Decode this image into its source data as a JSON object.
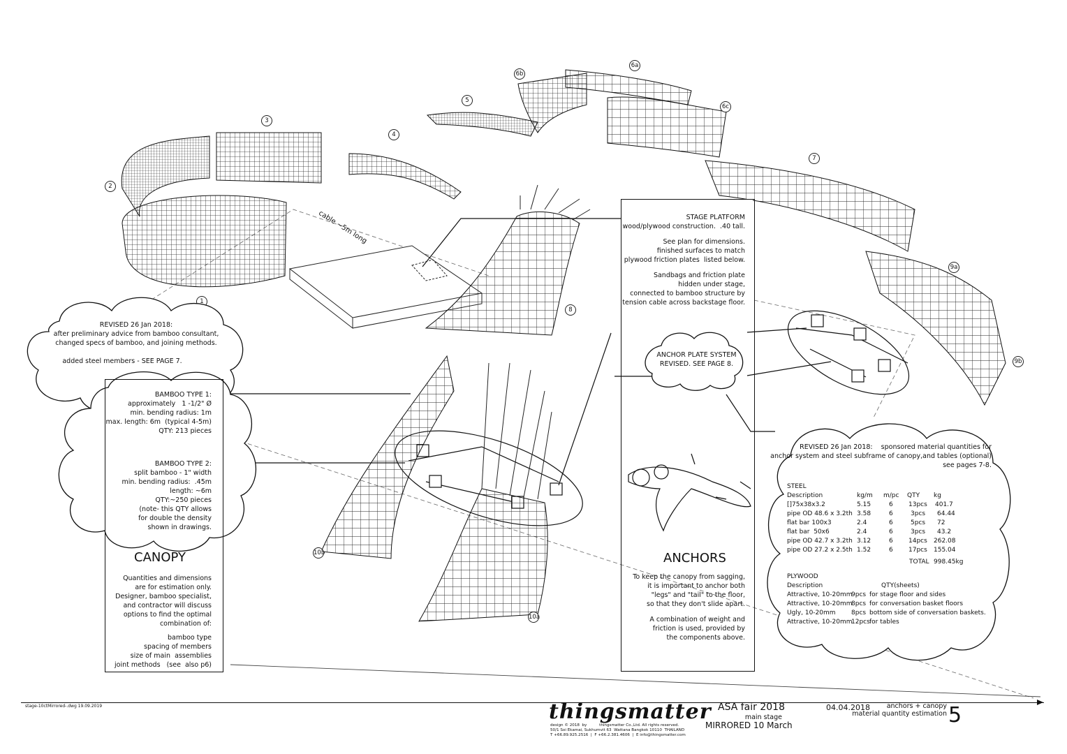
{
  "diagram_labels": [
    "1",
    "2",
    "3",
    "4",
    "5",
    "6a",
    "6b",
    "6c",
    "7",
    "8",
    "9a",
    "9b",
    "10a",
    "10b"
  ],
  "cable_label": "cable ~5m long",
  "stage_platform": {
    "lines": [
      "STAGE PLATFORM",
      "wood/plywood construction.  .40 tall.",
      "",
      "See plan for dimensions.",
      "finished surfaces to match",
      "plywood friction plates  listed below.",
      "",
      "Sandbags and friction plate",
      "hidden under stage,",
      "connected to bamboo structure by",
      "tension cable across backstage floor."
    ]
  },
  "revised_note_1": {
    "lines": [
      "REVISED 26 Jan 2018:",
      "after preliminary advice from bamboo consultant,",
      "changed specs of bamboo, and joining methods.",
      "",
      "added steel members - SEE PAGE 7."
    ]
  },
  "anchor_plate_note": {
    "lines": [
      "ANCHOR PLATE SYSTEM",
      "REVISED. SEE PAGE 8."
    ]
  },
  "bamboo_type_1": {
    "lines": [
      "BAMBOO TYPE 1:",
      "approximately   1 -1/2\" Ø",
      "min. bending radius: 1m",
      "max. length: 6m  (typical 4-5m)",
      "QTY: 213 pieces"
    ]
  },
  "bamboo_type_2": {
    "lines": [
      "BAMBOO TYPE 2:",
      "split bamboo - 1\" width",
      "min. bending radius:  .45m",
      "length: ~6m",
      "QTY:~250 pieces",
      "(note- this QTY allows",
      "for double the density",
      "shown in drawings."
    ]
  },
  "canopy": {
    "title": "CANOPY",
    "lines": [
      "Quantities and dimensions",
      "are for estimation only.",
      "Designer, bamboo specialist,",
      "and contractor will discuss",
      "options to find the optimal",
      "combination of:",
      "",
      "bamboo type",
      "spacing of members",
      "size of main  assemblies",
      "joint methods   (see  also p6)"
    ]
  },
  "anchors": {
    "title": "ANCHORS",
    "lines": [
      "To keep the canopy from sagging,",
      "it is important to anchor both",
      "\"legs\" and \"tail\" to the floor,",
      "so that they don't slide apart.",
      "",
      "A combination of weight and",
      "friction is used, provided by",
      "the components above."
    ]
  },
  "material_note": {
    "header_lines": [
      "REVISED 26 Jan 2018:    sponsored material quantities for",
      "anchor system and steel subframe of canopy,and tables (optional)",
      "see pages 7-8."
    ],
    "steel": {
      "title": "STEEL",
      "columns": [
        "Description",
        "kg/m",
        "m/pc",
        "QTY",
        "kg"
      ],
      "rows": [
        [
          "[]75x38x3.2",
          "5.15",
          "6",
          "13pcs",
          "401.7"
        ],
        [
          "pipe OD 48.6 x 3.2th",
          "3.58",
          "6",
          "3pcs",
          "64.44"
        ],
        [
          "flat bar 100x3",
          "2.4",
          "6",
          "5pcs",
          "72"
        ],
        [
          "flat bar  50x6",
          "2.4",
          "6",
          "3pcs",
          "43.2"
        ],
        [
          "pipe OD 42.7 x 3.2th",
          "3.12",
          "6",
          "14pcs",
          "262.08"
        ],
        [
          "pipe OD 27.2 x 2.5th",
          "1.52",
          "6",
          "17pcs",
          "155.04"
        ]
      ],
      "total_label": "TOTAL",
      "total_value": "998.45kg"
    },
    "plywood": {
      "title": "PLYWOOD",
      "columns": [
        "Description",
        "QTY(sheets)"
      ],
      "rows": [
        [
          "Attractive, 10-20mm",
          "9pcs",
          "for stage floor and sides"
        ],
        [
          "Attractive, 10-20mm",
          "8pcs",
          "for conversation basket floors"
        ],
        [
          "Ugly, 10-20mm",
          "8pcs",
          "bottom side of conversation baskets."
        ],
        [
          "Attractive, 10-20mm",
          "12pcs",
          "for tables"
        ]
      ]
    }
  },
  "title_block": {
    "file_ref": "stage-10ctMirrored-.dwg 19.09.2019",
    "brand": "thingsmatter",
    "brand_lines": [
      "design © 2018  by          thingsmatter Co.,Ltd. All rights reserved.",
      "50/1 Soi Ekamai, Sukhumvit 63  Wattana Bangkok 10110  THAILAND",
      "T +66.89.925.2516  |  F +66.2.381.4606  |  E info@thingsmatter.com"
    ],
    "project": "ASA fair 2018",
    "subtitle": "main stage",
    "mirrored": "MIRRORED 10 March",
    "date": "04.04.2018",
    "sheet_title_1": "anchors + canopy",
    "sheet_title_2": "material quantity estimation",
    "sheet_number": "5"
  }
}
